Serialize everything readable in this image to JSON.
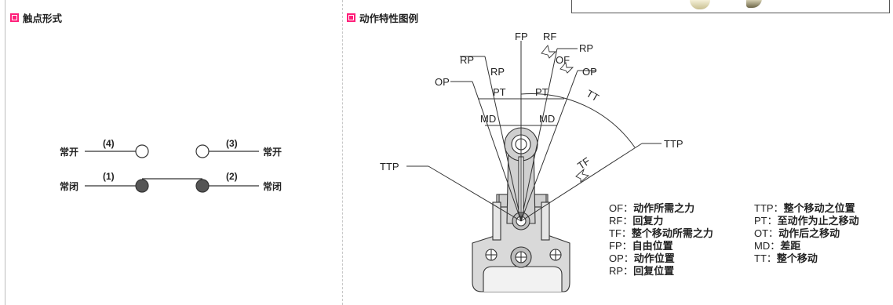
{
  "sections": {
    "contact": {
      "title": "触点形式"
    },
    "characteristics": {
      "title": "动作特性图例"
    }
  },
  "contact_diagram": {
    "left_top_label": "常开",
    "left_top_num": "(4)",
    "right_top_num": "(3)",
    "right_top_label": "常开",
    "left_bottom_label": "常闭",
    "left_bottom_num": "(1)",
    "right_bottom_num": "(2)",
    "right_bottom_label": "常闭"
  },
  "diagram_labels": {
    "fp": "FP",
    "rf": "RF",
    "rp_top_right": "RP",
    "rp_left": "RP",
    "rp_mid": "RP",
    "of": "OF",
    "op_right": "OP",
    "op_left": "OP",
    "pt_left": "PT",
    "pt_right": "PT",
    "tt": "TT",
    "md_left": "MD",
    "md_right": "MD",
    "ttp_right": "TTP",
    "ttp_left": "TTP",
    "tf": "TF"
  },
  "legend": {
    "col1": [
      {
        "key": "OF：",
        "val": "动作所需之力"
      },
      {
        "key": "RF：",
        "val": "回复力"
      },
      {
        "key": "TF：",
        "val": "整个移动所需之力"
      },
      {
        "key": "FP：",
        "val": "自由位置"
      },
      {
        "key": "OP：",
        "val": "动作位置"
      },
      {
        "key": "RP：",
        "val": "回复位置"
      }
    ],
    "col2": [
      {
        "key": "TTP：",
        "val": "整个移动之位置"
      },
      {
        "key": "PT：",
        "val": "至动作为止之移动"
      },
      {
        "key": "OT：",
        "val": "动作后之移动"
      },
      {
        "key": "MD：",
        "val": "差距"
      },
      {
        "key": "TT：",
        "val": "整个移动"
      }
    ]
  }
}
